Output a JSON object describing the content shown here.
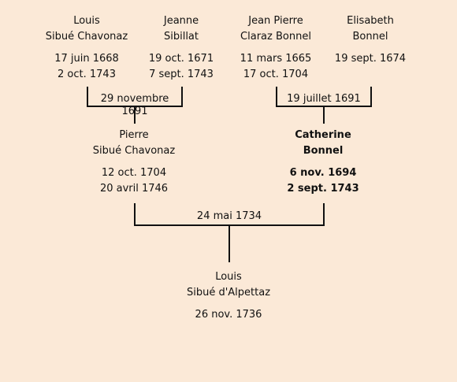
{
  "grandparents": {
    "p1": {
      "first": "Louis",
      "last": "Sibué Chavonaz",
      "birth": "17 juin 1668",
      "death": "2 oct. 1743"
    },
    "p2": {
      "first": "Jeanne",
      "last": "Sibillat",
      "birth": "19 oct. 1671",
      "death": "7 sept. 1743"
    },
    "p3": {
      "first": "Jean Pierre",
      "last": "Claraz Bonnel",
      "birth": "11 mars 1665",
      "death": "17 oct. 1704"
    },
    "p4": {
      "first": "Elisabeth",
      "last": "Bonnel",
      "birth": "19 sept. 1674",
      "death": ""
    }
  },
  "marriages": {
    "left": "29 novembre 1691",
    "right": "19 juillet 1691",
    "parents": "24 mai 1734"
  },
  "parents": {
    "father": {
      "first": "Pierre",
      "last": "Sibué Chavonaz",
      "birth": "12 oct. 1704",
      "death": "20 avril 1746"
    },
    "mother": {
      "first": "Catherine",
      "last": "Bonnel",
      "birth": "6 nov. 1694",
      "death": "2 sept. 1743"
    }
  },
  "child": {
    "first": "Louis",
    "last": "Sibué d'Alpettaz",
    "birth": "26 nov. 1736"
  }
}
